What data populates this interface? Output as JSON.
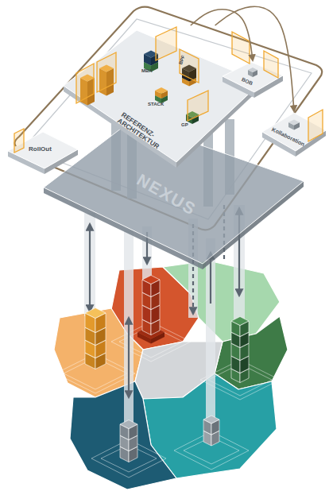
{
  "diagram": {
    "nodes": [
      {
        "text": [
          "REFERENZ-ARCHITEKTUR"
        ]
      },
      {
        "text": [
          "BOB"
        ]
      },
      {
        "text": [
          "Kollaboration"
        ]
      },
      {
        "text": [
          "RollOut"
        ]
      },
      {
        "text": [
          "NEXUS"
        ]
      }
    ],
    "edges": [
      {
        "from": 0,
        "to": 1,
        "arrow": "to"
      },
      {
        "from": 0,
        "to": 2,
        "arrow": "to"
      }
    ],
    "labels": [
      "MBA",
      "BPF",
      "STACK",
      "GP"
    ]
  }
}
